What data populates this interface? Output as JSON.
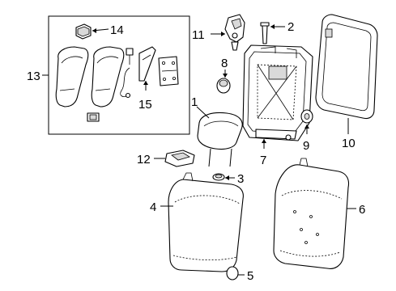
{
  "callouts": {
    "c1": "1",
    "c2": "2",
    "c3": "3",
    "c4": "4",
    "c5": "5",
    "c6": "6",
    "c7": "7",
    "c8": "8",
    "c9": "9",
    "c10": "10",
    "c11": "11",
    "c12": "12",
    "c13": "13",
    "c14": "14",
    "c15": "15"
  },
  "colors": {
    "line": "#000000",
    "background": "#ffffff",
    "shade": "#d9d9d9"
  }
}
